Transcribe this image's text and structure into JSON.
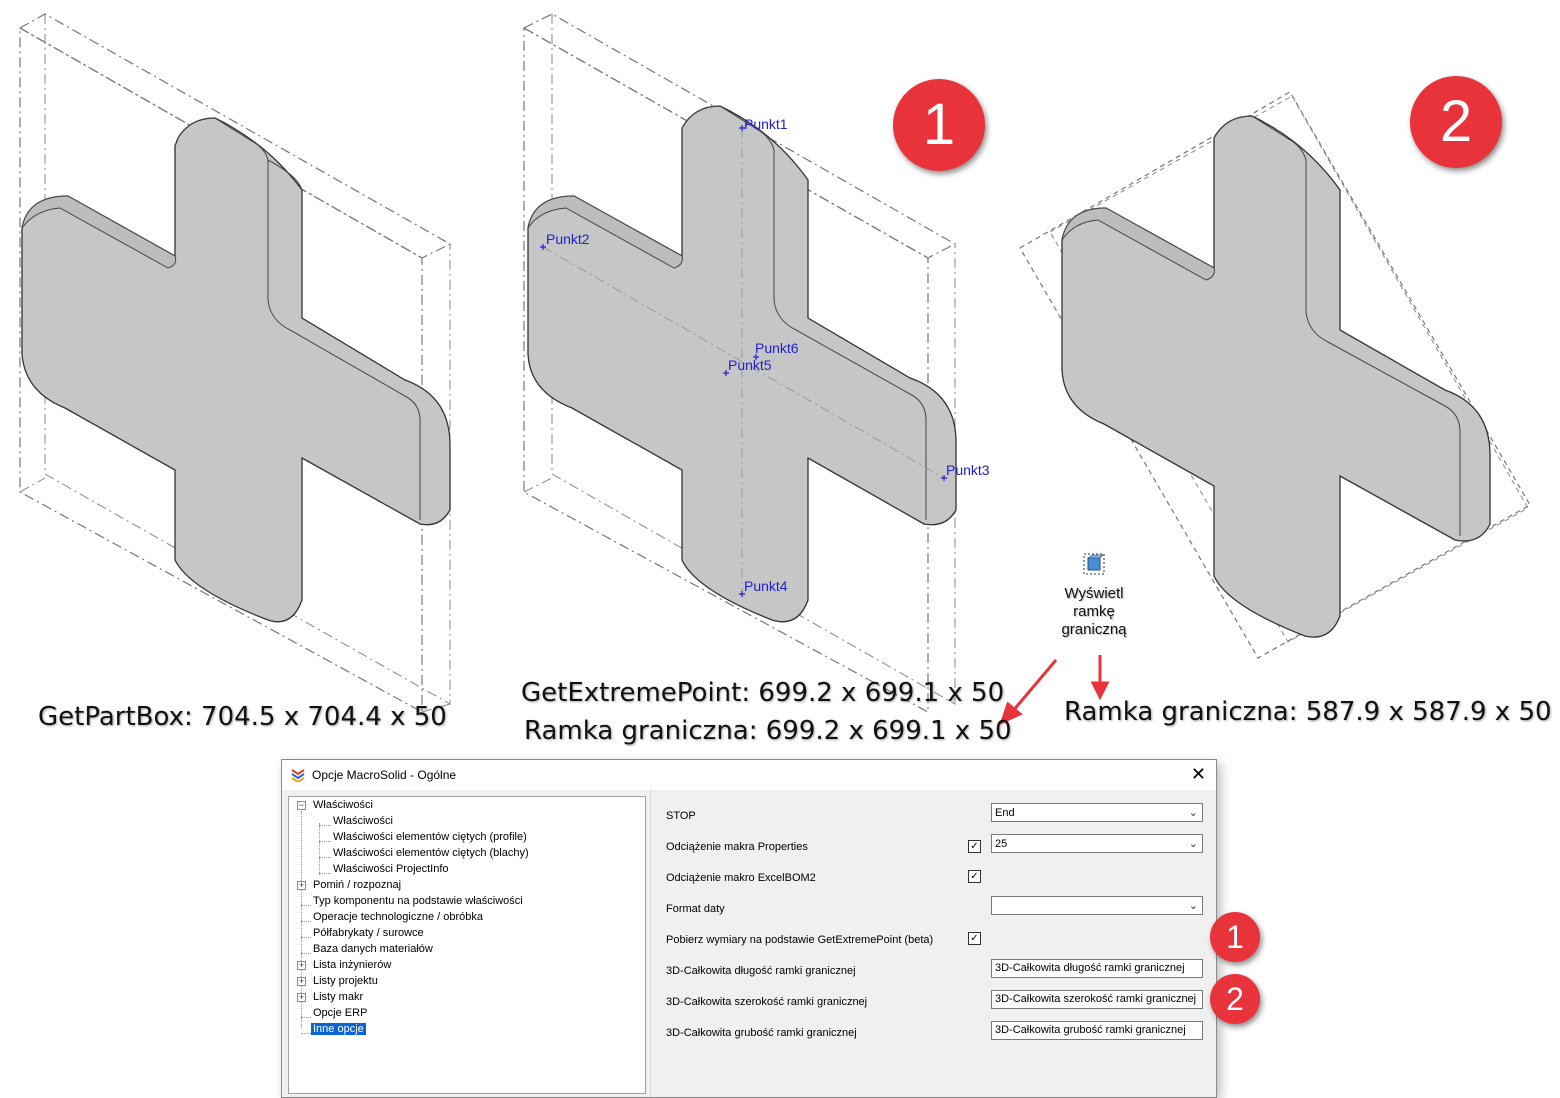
{
  "figure": {
    "badges": {
      "one": "1",
      "two": "2"
    },
    "points": [
      "Punkt1",
      "Punkt2",
      "Punkt3",
      "Punkt4",
      "Punkt5",
      "Punkt6"
    ],
    "tool_button": {
      "label_line1": "Wyświetl",
      "label_line2": "ramkę",
      "label_line3": "graniczną",
      "icon": "bounding-box-icon"
    },
    "captions": {
      "left": "GetPartBox: 704.5 x 704.4 x 50",
      "middle_line1": "GetExtremePoint: 699.2 x 699.1 x 50",
      "middle_line2": "Ramka graniczna: 699.2 x 699.1 x 50",
      "right": "Ramka graniczna: 587.9 x 587.9 x 50"
    },
    "colors": {
      "badge": "#e8333b",
      "arrow": "#e8333b",
      "point_label": "#2020d0",
      "solid": "#c4c4c4"
    }
  },
  "dialog": {
    "title": "Opcje MacroSolid - Ogólne",
    "close_icon": "close-icon",
    "tree": [
      "Właściwości",
      "Właściwości",
      "Właściwości elementów ciętych (profile)",
      "Właściwości elementów ciętych (blachy)",
      "Właściwości ProjectInfo",
      "Pomiń / rozpoznaj",
      "Typ komponentu na podstawie właściwości",
      "Operacje technologiczne / obróbka",
      "Półfabrykaty / surowce",
      "Baza danych materiałów",
      "Lista inżynierów",
      "Listy projektu",
      "Listy makr",
      "Opcje ERP",
      "Inne opcje"
    ],
    "fields": {
      "stop_label": "STOP",
      "stop_value": "End",
      "props_label": "Odciążenie makra Properties",
      "props_value": "25",
      "excel_label": "Odciążenie makro ExcelBOM2",
      "date_label": "Format daty",
      "date_value": "",
      "extreme_label": "Pobierz wymiary na podstawie GetExtremePoint (beta)",
      "length_label": "3D-Całkowita długość ramki granicznej",
      "length_value": "3D-Całkowita długość ramki granicznej",
      "width_label": "3D-Całkowita szerokość ramki granicznej",
      "width_value": "3D-Całkowita szerokość ramki granicznej",
      "thick_label": "3D-Całkowita grubość ramki granicznej",
      "thick_value": "3D-Całkowita grubość ramki granicznej"
    },
    "checked": {
      "props": true,
      "excel": true,
      "extreme": true
    }
  }
}
